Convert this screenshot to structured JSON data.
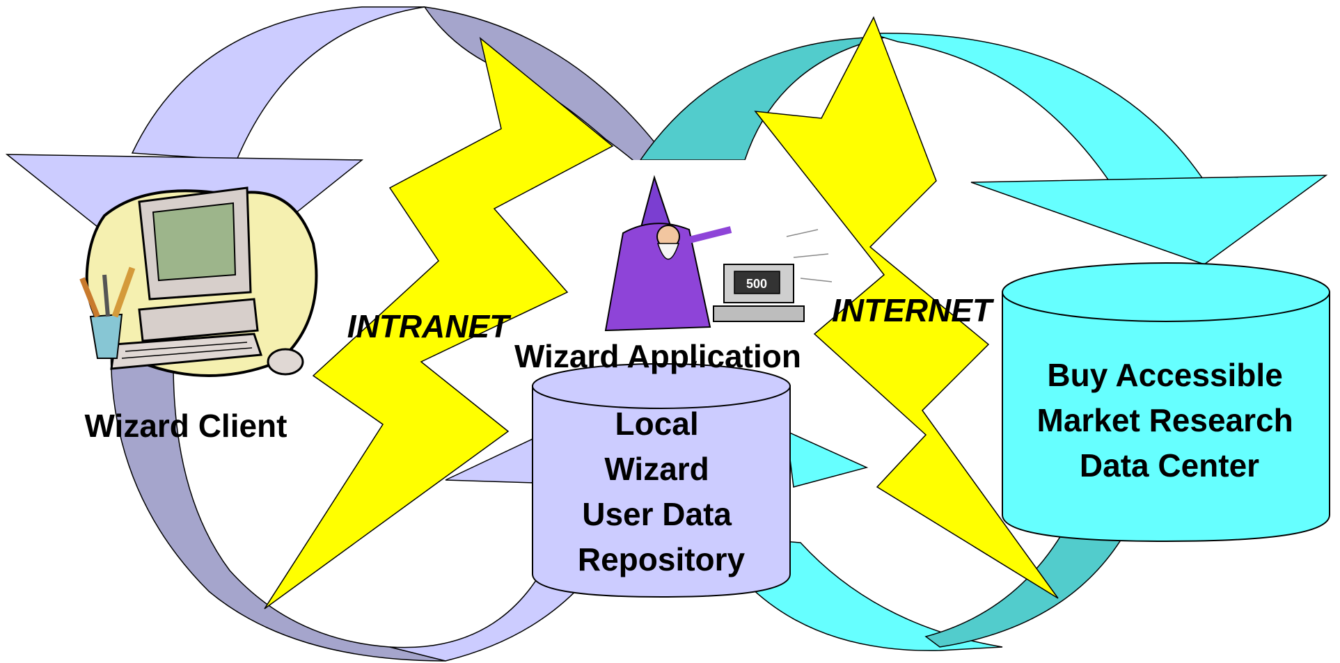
{
  "labels": {
    "intranet": "INTRANET",
    "internet": "INTERNET",
    "wizard_application": "Wizard Application",
    "wizard_client": "Wizard Client",
    "local_repository": [
      "Local",
      "Wizard",
      "User Data",
      "Repository"
    ],
    "data_center": [
      "Buy Accessible",
      "Market Research",
      "Data Center"
    ]
  },
  "colors": {
    "lavender_light": "#ccccff",
    "lavender_dark": "#a5a5cc",
    "cyan_light": "#66ffff",
    "cyan_dark": "#52cccc",
    "lightning": "#ffff00",
    "cylinder_left": "#ccccff",
    "cylinder_right": "#66ffff"
  },
  "icons": [
    "computer-clipart-icon",
    "wizard-clipart-icon"
  ]
}
